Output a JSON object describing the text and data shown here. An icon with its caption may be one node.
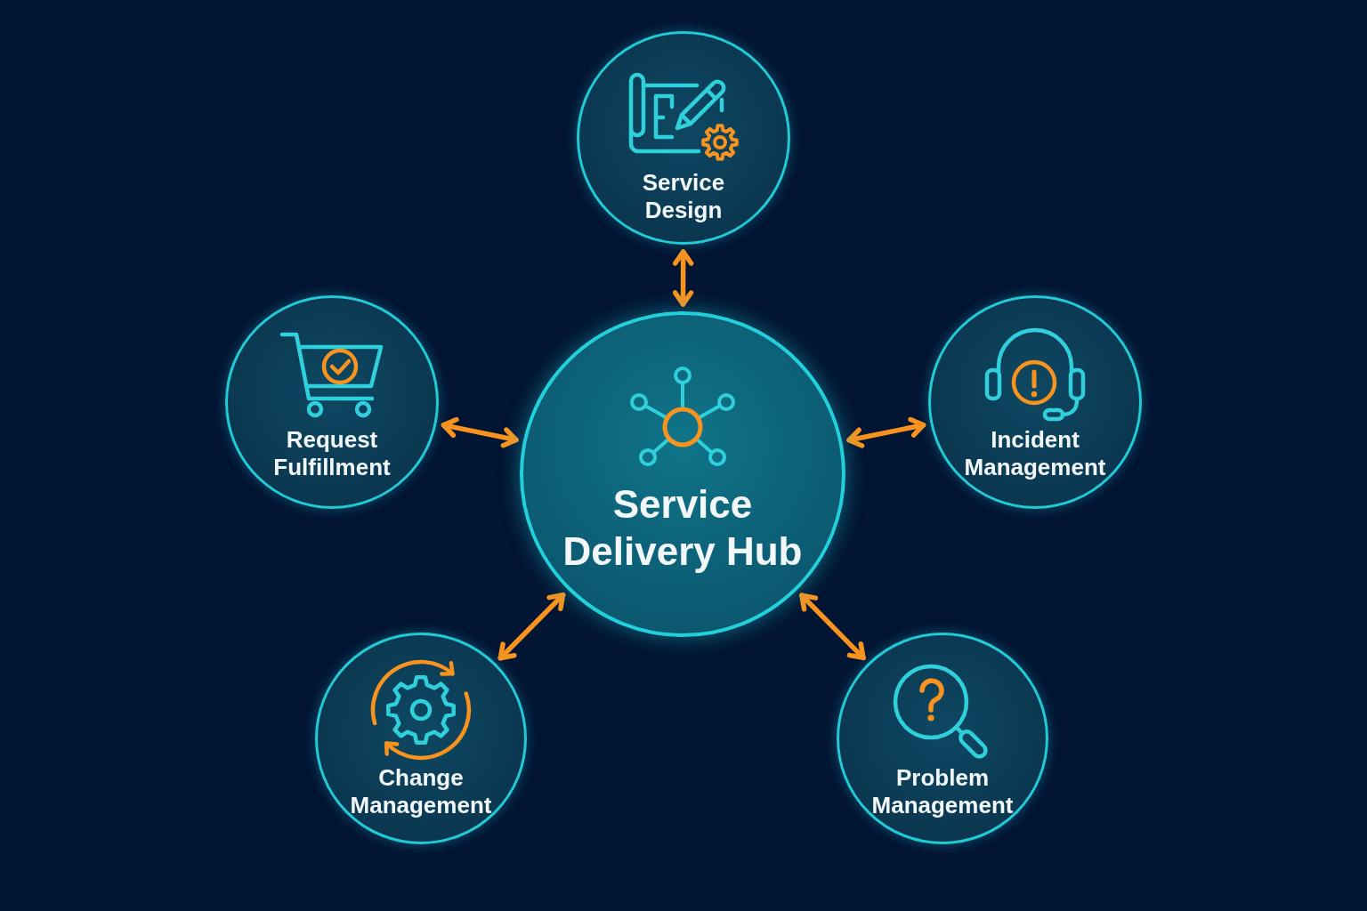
{
  "diagram": {
    "nodes": [
      {
        "text": [
          "Service Design"
        ]
      },
      {
        "text": [
          "Request Fulfillment"
        ]
      },
      {
        "text": [
          "Service Delivery Hub"
        ]
      },
      {
        "text": [
          "Incident Management"
        ]
      },
      {
        "text": [
          "Change Management"
        ]
      },
      {
        "text": [
          "Problem Management"
        ]
      }
    ],
    "edges": [
      {
        "from": 2,
        "to": 0,
        "arrow": "both"
      },
      {
        "from": 2,
        "to": 1,
        "arrow": "both"
      },
      {
        "from": 2,
        "to": 3,
        "arrow": "both"
      },
      {
        "from": 2,
        "to": 4,
        "arrow": "both"
      },
      {
        "from": 2,
        "to": 5,
        "arrow": "both"
      }
    ]
  }
}
